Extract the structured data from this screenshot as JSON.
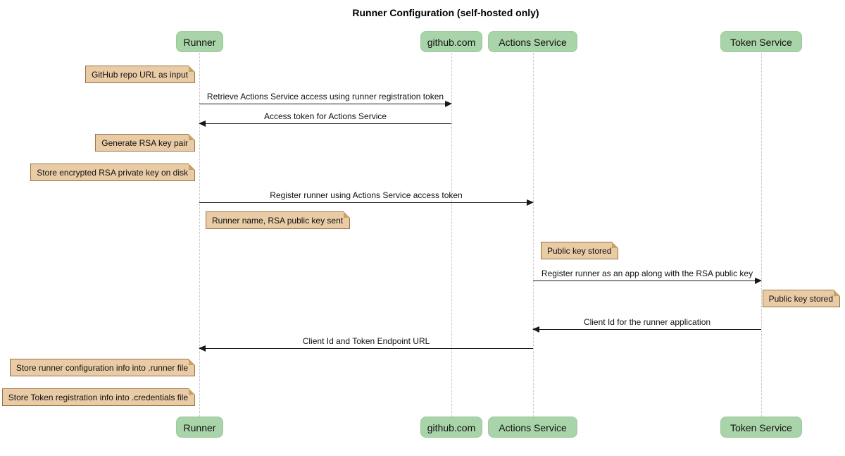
{
  "title": "Runner Configuration (self-hosted only)",
  "participants": [
    {
      "name": "Runner"
    },
    {
      "name": "github.com"
    },
    {
      "name": "Actions Service"
    },
    {
      "name": "Token Service"
    }
  ],
  "messages": [
    {
      "from": "Runner",
      "to": "github.com",
      "label": "Retrieve Actions Service access using runner registration token"
    },
    {
      "from": "github.com",
      "to": "Runner",
      "label": "Access token for Actions Service"
    },
    {
      "from": "Runner",
      "to": "Actions Service",
      "label": "Register runner using Actions Service access token"
    },
    {
      "from": "Actions Service",
      "to": "Token Service",
      "label": "Register runner as an app along with the RSA public key"
    },
    {
      "from": "Token Service",
      "to": "Actions Service",
      "label": "Client Id for the runner application"
    },
    {
      "from": "Actions Service",
      "to": "Runner",
      "label": "Client Id and Token Endpoint URL"
    }
  ],
  "notes": [
    {
      "text": "GitHub repo URL as input",
      "position": "left of Runner"
    },
    {
      "text": "Generate RSA key pair",
      "position": "left of Runner"
    },
    {
      "text": "Store encrypted RSA private key on disk",
      "position": "left of Runner"
    },
    {
      "text": "Runner name, RSA public key sent",
      "position": "right of Runner"
    },
    {
      "text": "Public key stored",
      "position": "right of Actions Service"
    },
    {
      "text": "Public key stored",
      "position": "right of Token Service"
    },
    {
      "text": "Store runner configuration info into .runner file",
      "position": "left of Runner"
    },
    {
      "text": "Store Token registration info into .credentials file",
      "position": "left of Runner"
    }
  ],
  "colors": {
    "participant_fill": "#a9d3a9",
    "participant_border": "#9aca9a",
    "note_fill": "#e9cba6",
    "note_border": "#9a7343",
    "lifeline": "#c9c9c9",
    "arrow": "#181818",
    "background": "#ffffff",
    "text": "#111111"
  }
}
